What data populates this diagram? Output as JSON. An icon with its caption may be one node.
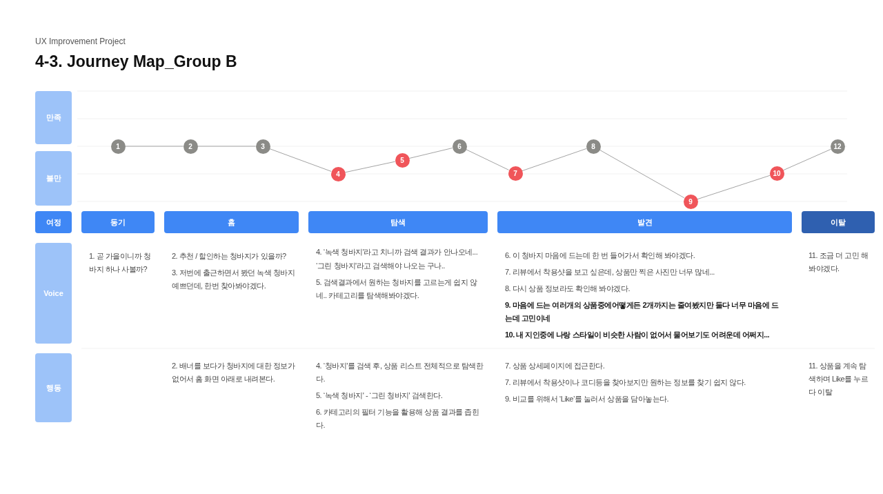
{
  "diagram": {
    "title": "4-3. Journey Map_Group B",
    "nodes": [
      {
        "text": [
          "만족"
        ]
      },
      {
        "text": [
          "불만"
        ]
      },
      {
        "text": [
          "1"
        ]
      },
      {
        "text": [
          "2"
        ]
      },
      {
        "text": [
          "3"
        ]
      },
      {
        "text": [
          "4"
        ]
      },
      {
        "text": [
          "5"
        ]
      },
      {
        "text": [
          "6"
        ]
      },
      {
        "text": [
          "7"
        ]
      },
      {
        "text": [
          "8"
        ]
      },
      {
        "text": [
          "9"
        ]
      },
      {
        "text": [
          "10"
        ]
      },
      {
        "text": [
          "12"
        ]
      },
      {
        "text": [
          "여정"
        ]
      },
      {
        "text": [
          "동기"
        ]
      },
      {
        "text": [
          "홈"
        ]
      },
      {
        "text": [
          "탐색"
        ]
      },
      {
        "text": [
          "발견"
        ]
      },
      {
        "text": [
          "이탈"
        ]
      },
      {
        "text": [
          "Voice"
        ]
      },
      {
        "text": [
          "행동"
        ]
      }
    ],
    "edges": [
      {
        "from": 2,
        "to": 3,
        "arrow": "none"
      },
      {
        "from": 3,
        "to": 4,
        "arrow": "none"
      },
      {
        "from": 4,
        "to": 5,
        "arrow": "none"
      },
      {
        "from": 5,
        "to": 6,
        "arrow": "none"
      },
      {
        "from": 6,
        "to": 7,
        "arrow": "none"
      },
      {
        "from": 7,
        "to": 8,
        "arrow": "none"
      },
      {
        "from": 8,
        "to": 9,
        "arrow": "none"
      },
      {
        "from": 9,
        "to": 10,
        "arrow": "none"
      },
      {
        "from": 10,
        "to": 11,
        "arrow": "none"
      },
      {
        "from": 11,
        "to": 12,
        "arrow": "none"
      }
    ],
    "labels": [
      "UX Improvement Project",
      "1. 곧 가을이니까 청바지 하나 사볼까?",
      "2. 추천 / 할인하는 청바지가 있을까?",
      "3. 저번에 출근하면서 봤던 녹색 청바지 예쁘던데, 한번 찾아봐야겠다.",
      "4. ‘녹색 청바지'라고 치니까 검색 결과가 안나오네...",
      "‘그린 청바지'라고 검색해야 나오는 구나..",
      "5. 검색결과에서 원하는 청바지를 고르는게 쉽지 않네.. 카테고리를 탐색해봐야겠다.",
      "6. 이 청바지 마음에 드는데 한 번 들어가서 확인해 봐야겠다.",
      "7. 리뷰에서 착용샷을 보고 싶은데, 상품만 찍은 사진만 너무 많네...",
      "8. 다시 상품 정보라도 확인해 봐야겠다.",
      "9. 마음에 드는 여러개의 상품중에어떻게든 2개까지는 줄여봤지만 둘다 너무 마음에 드는데 고민이네",
      "10. 내 지인중에 나랑 스타일이 비슷한 사람이 없어서 물어보기도 어려운데 어쩌지...",
      "11. 조금 더 고민 해봐야겠다.",
      "2. 배너를 보다가 청바지에 대한 정보가 없어서 홈 화면 아래로 내려본다.",
      "4. ‘청바지'를 검색 후, 상품 리스트 전체적으로 탐색한다.",
      "5. ‘녹색 청바지' - ‘그린 청바지' 검색한다.",
      "6. 카테고리의 필터 기능을 활용해 상품 결과를 좁힌다.",
      "7. 상품 상세페이지에 접근한다.",
      "7. 리뷰에서 착용샷이나 코디등을 찾아보지만 원하는 정보를 찾기 쉽지 않다.",
      "9. 비교를 위해서 ‘Like’를 눌러서 상품을 담아놓는다.",
      "11. 상품을 계속 탐색하며 Like를 누르다 이탈"
    ]
  }
}
